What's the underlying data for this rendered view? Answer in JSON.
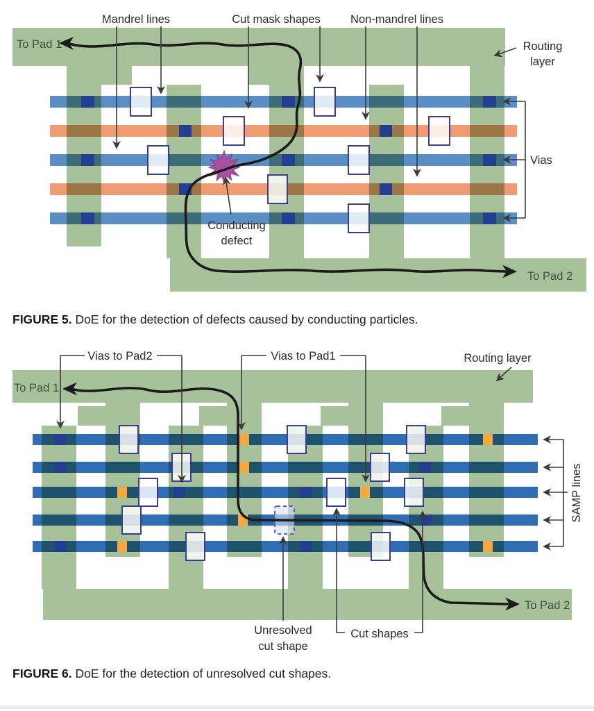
{
  "palette": {
    "routing_green": "#a7c19b",
    "mandrel_blue": "#5b8ec5",
    "non_mandrel_orange": "#ef9c72",
    "samp_blue": "#2f6db4",
    "via_navy": "#243e8f",
    "via_orange": "#f3a93d",
    "cut_outline": "#3c3c91",
    "defect_purple": "#a6519f",
    "wire_black": "#1b1b1b"
  },
  "figure5": {
    "labels": {
      "mandrel": "Mandrel lines",
      "cut_mask": "Cut mask shapes",
      "non_mandrel": "Non-mandrel lines",
      "routing_line1": "Routing",
      "routing_line2": "layer",
      "to_pad1": "To Pad 1",
      "to_pad2": "To Pad 2",
      "vias": "Vias",
      "defect_line1": "Conducting",
      "defect_line2": "defect"
    },
    "caption": {
      "tag": "FIGURE 5.",
      "text": " DoE for the detection of defects caused by conducting particles."
    }
  },
  "figure6": {
    "labels": {
      "vias_pad2": "Vias to Pad2",
      "vias_pad1": "Vias to Pad1",
      "routing": "Routing layer",
      "to_pad1": "To Pad 1",
      "to_pad2": "To Pad 2",
      "samp": "SAMP lines",
      "unresolved_line1": "Unresolved",
      "unresolved_line2": "cut shape",
      "cut_shapes": "Cut shapes"
    },
    "caption": {
      "tag": "FIGURE 6.",
      "text": " DoE for the detection of unresolved cut shapes."
    }
  }
}
